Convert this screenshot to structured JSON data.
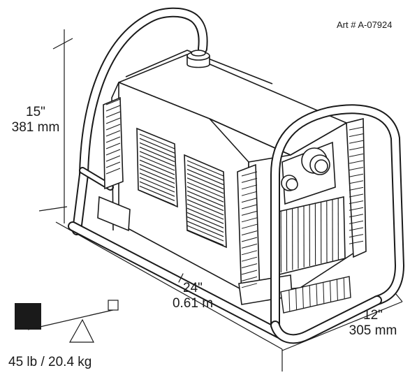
{
  "art_number": "Art # A-07924",
  "dimensions": {
    "height_in": "15\"",
    "height_mm": "381 mm",
    "length_in": "24\"",
    "length_m": "0.61 m",
    "width_in": "12\"",
    "width_mm": "305 mm"
  },
  "weight": "45 lb / 20.4 kg",
  "colors": {
    "line": "#1a1a1a",
    "background": "#ffffff",
    "weight_block": "#1a1a1a"
  }
}
